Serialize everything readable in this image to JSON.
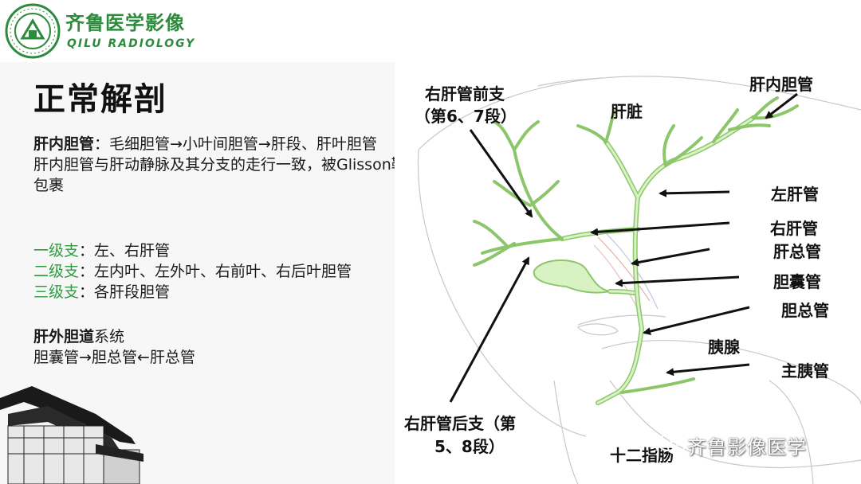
{
  "header": {
    "brand_cn": "齐鲁医学影像",
    "brand_en": "QILU RADIOLOGY",
    "logo_text": "QILU RADIOLOGY 齐鲁医学影像"
  },
  "slide": {
    "title": "正常解剖",
    "intrahepatic": {
      "heading": "肝内胆管",
      "line1_rest": "：毛细胆管→小叶间胆管→肝段、肝叶胆管",
      "line2": "肝内胆管与肝动静脉及其分支的走行一致，被Glisson鞘包裹"
    },
    "branches": [
      {
        "level": "一级支",
        "desc": "：左、右肝管"
      },
      {
        "level": "二级支",
        "desc": "：左内叶、左外叶、右前叶、右后叶胆管"
      },
      {
        "level": "三级支",
        "desc": "：各肝段胆管"
      }
    ],
    "extrahepatic": {
      "heading": "肝外胆道",
      "heading_rest": "系统",
      "line": "胆囊管→胆总管←肝总管"
    }
  },
  "diagram_labels": {
    "right_anterior": "右肝管前支",
    "right_anterior_seg": "（第6、7段）",
    "liver": "肝脏",
    "intrahepatic_duct": "肝内胆管",
    "left_hepatic": "左肝管",
    "right_hepatic": "右肝管",
    "common_hepatic": "肝总管",
    "cystic_duct": "胆囊管",
    "common_bile": "胆总管",
    "pancreas": "胰腺",
    "main_pancreatic": "主胰管",
    "right_posterior": "右肝管后支（第",
    "right_posterior_seg": "5、8段）",
    "duodenum": "十二指肠"
  },
  "watermark": "齐鲁影像医学",
  "colors": {
    "brand_green": "#2e8b3e",
    "duct_fill": "#d9f2c4",
    "duct_stroke": "#8cc66a"
  }
}
